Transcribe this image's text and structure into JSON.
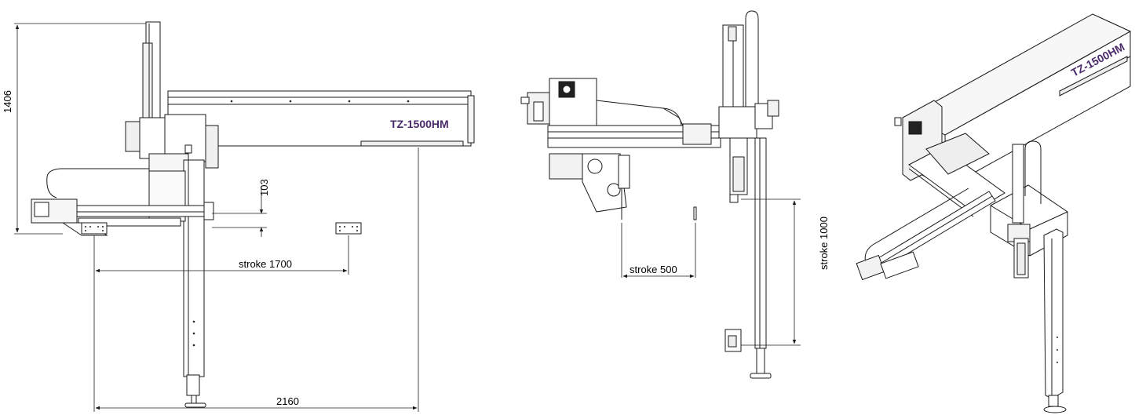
{
  "model_label": "TZ-1500HM",
  "colors": {
    "line": "#1a1a1a",
    "brand": "#4a2a6a",
    "fill": "#ffffff",
    "grey": "#7a7a7a"
  },
  "views": {
    "front": {
      "height_dim": "1406",
      "offset_dim": "103",
      "stroke_dim": "stroke 1700",
      "overall_dim": "2160",
      "model_label": "TZ-1500HM"
    },
    "side": {
      "stroke_h_dim": "stroke 500",
      "stroke_v_dim": "stroke 1000"
    },
    "iso": {
      "model_label": "TZ-1500HM"
    }
  }
}
